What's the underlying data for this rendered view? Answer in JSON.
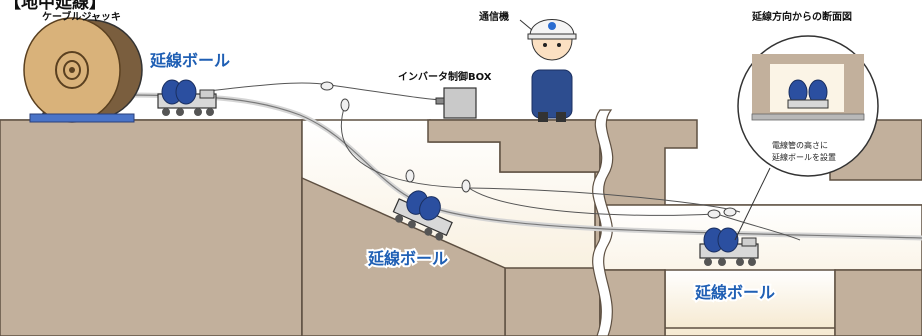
{
  "title": "【地中延線】",
  "labels": {
    "cable_jack": "ケーブルジャッキ",
    "communicator": "通信機",
    "inverter_box": "インバータ制御BOX",
    "cross_section_title": "延線方向からの断面図",
    "cross_section_note_1": "電線管の高さに",
    "cross_section_note_2": "延線ボールを設置",
    "roller_1": "延線ボール",
    "roller_2": "延線ボール",
    "roller_3": "延線ボール"
  },
  "colors": {
    "ground": "#c2b09c",
    "ground_edge": "#5e5042",
    "cavity": "#fbf4e6",
    "label_blue": "#1f5fb4",
    "drum_wood": "#d9b27a",
    "roller_blue": "#2b4fa0",
    "cable": "#cfcfcf"
  },
  "icons": [
    "cable-drum-icon",
    "cable-roller-icon",
    "worker-icon",
    "control-box-icon",
    "magnifier-circle-icon"
  ]
}
